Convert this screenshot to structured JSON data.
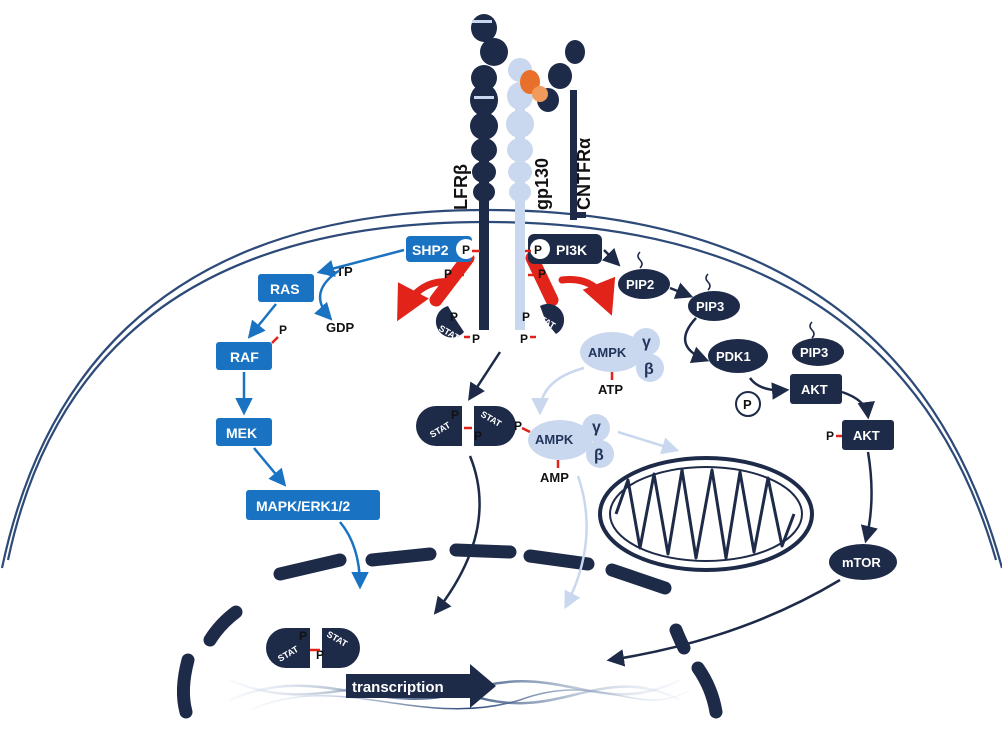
{
  "receptors": {
    "lfr": "LFRβ",
    "gp130": "gp130",
    "cntfr": "CNTFRα"
  },
  "nodes": {
    "shp2": "SHP2",
    "pi3k": "PI3K",
    "ras": "RAS",
    "raf": "RAF",
    "mek": "MEK",
    "mapk": "MAPK/ERK1/2",
    "pip2": "PIP2",
    "pip3_a": "PIP3",
    "pip3_b": "PIP3",
    "pdk1": "PDK1",
    "akt_a": "AKT",
    "akt_b": "AKT",
    "mtor": "mTOR",
    "ampk_a": "AMPK",
    "ampk_b": "AMPK",
    "stat": "STAT"
  },
  "labels": {
    "gtp": "GTP",
    "gdp": "GDP",
    "atp": "ATP",
    "amp": "AMP",
    "gamma": "γ",
    "beta": "β",
    "p": "P",
    "transcription": "transcription"
  },
  "colors": {
    "dark_navy": "#1d2a48",
    "medium_blue": "#1a73c2",
    "light_blue": "#c9d8ee",
    "red": "#e2231a",
    "orange": "#e8702a",
    "membrane": "#2d4a78"
  }
}
